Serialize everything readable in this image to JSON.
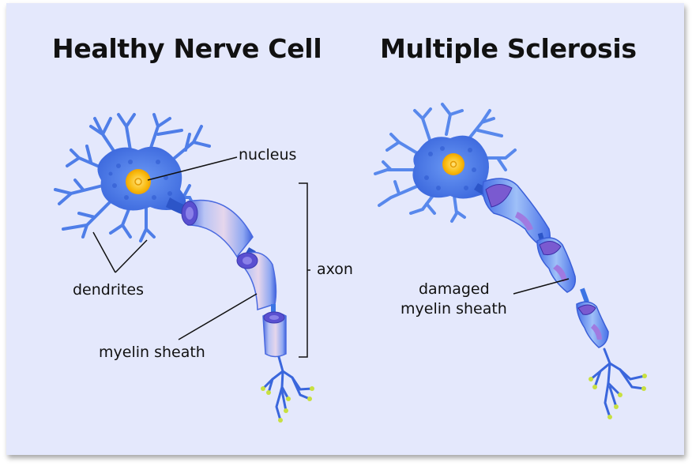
{
  "panels": {
    "healthy": {
      "title": "Healthy Nerve Cell",
      "labels": {
        "nucleus": "nucleus",
        "dendrites": "dendrites",
        "axon": "axon",
        "myelin_sheath": "myelin sheath"
      }
    },
    "ms": {
      "title": "Multiple Sclerosis",
      "labels": {
        "damaged_line1": "damaged",
        "damaged_line2": "myelin sheath"
      }
    }
  },
  "colors": {
    "background": "#e4e8fc",
    "cell_body": "#3f6fe0",
    "cell_light": "#5b8cf0",
    "nucleus": "#f7b500",
    "nucleus_core": "#ffd84a",
    "myelin": "#c9c8f0",
    "myelin_edge": "#4a6ae0",
    "damaged": "#8a6ad8",
    "terminal": "#c8e040",
    "line": "#111111"
  }
}
